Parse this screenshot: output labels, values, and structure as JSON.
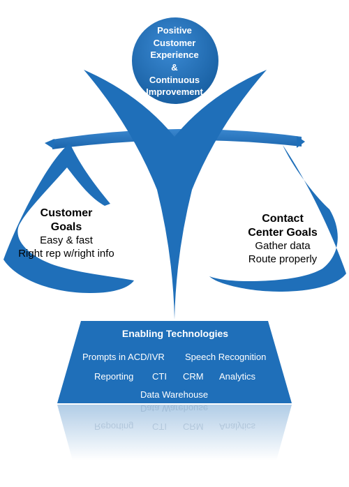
{
  "top": {
    "lines": [
      "Positive",
      "Customer",
      "Experience",
      "&",
      "Continuous",
      "Improvement"
    ]
  },
  "left_pan": {
    "title_lines": [
      "Customer",
      "Goals"
    ],
    "items": [
      "Easy & fast",
      "Right rep w/right info"
    ]
  },
  "right_pan": {
    "title_lines": [
      "Contact",
      "Center Goals"
    ],
    "items": [
      "Gather data",
      "Route properly"
    ]
  },
  "base": {
    "title": "Enabling Technologies",
    "technologies": [
      "Prompts in ACD/IVR",
      "Speech Recognition",
      "Reporting",
      "CTI",
      "CRM",
      "Analytics",
      "Data Warehouse"
    ]
  },
  "colors": {
    "primary": "#1f6fb9",
    "dark": "#175a9a",
    "text_light": "#ffffff"
  }
}
